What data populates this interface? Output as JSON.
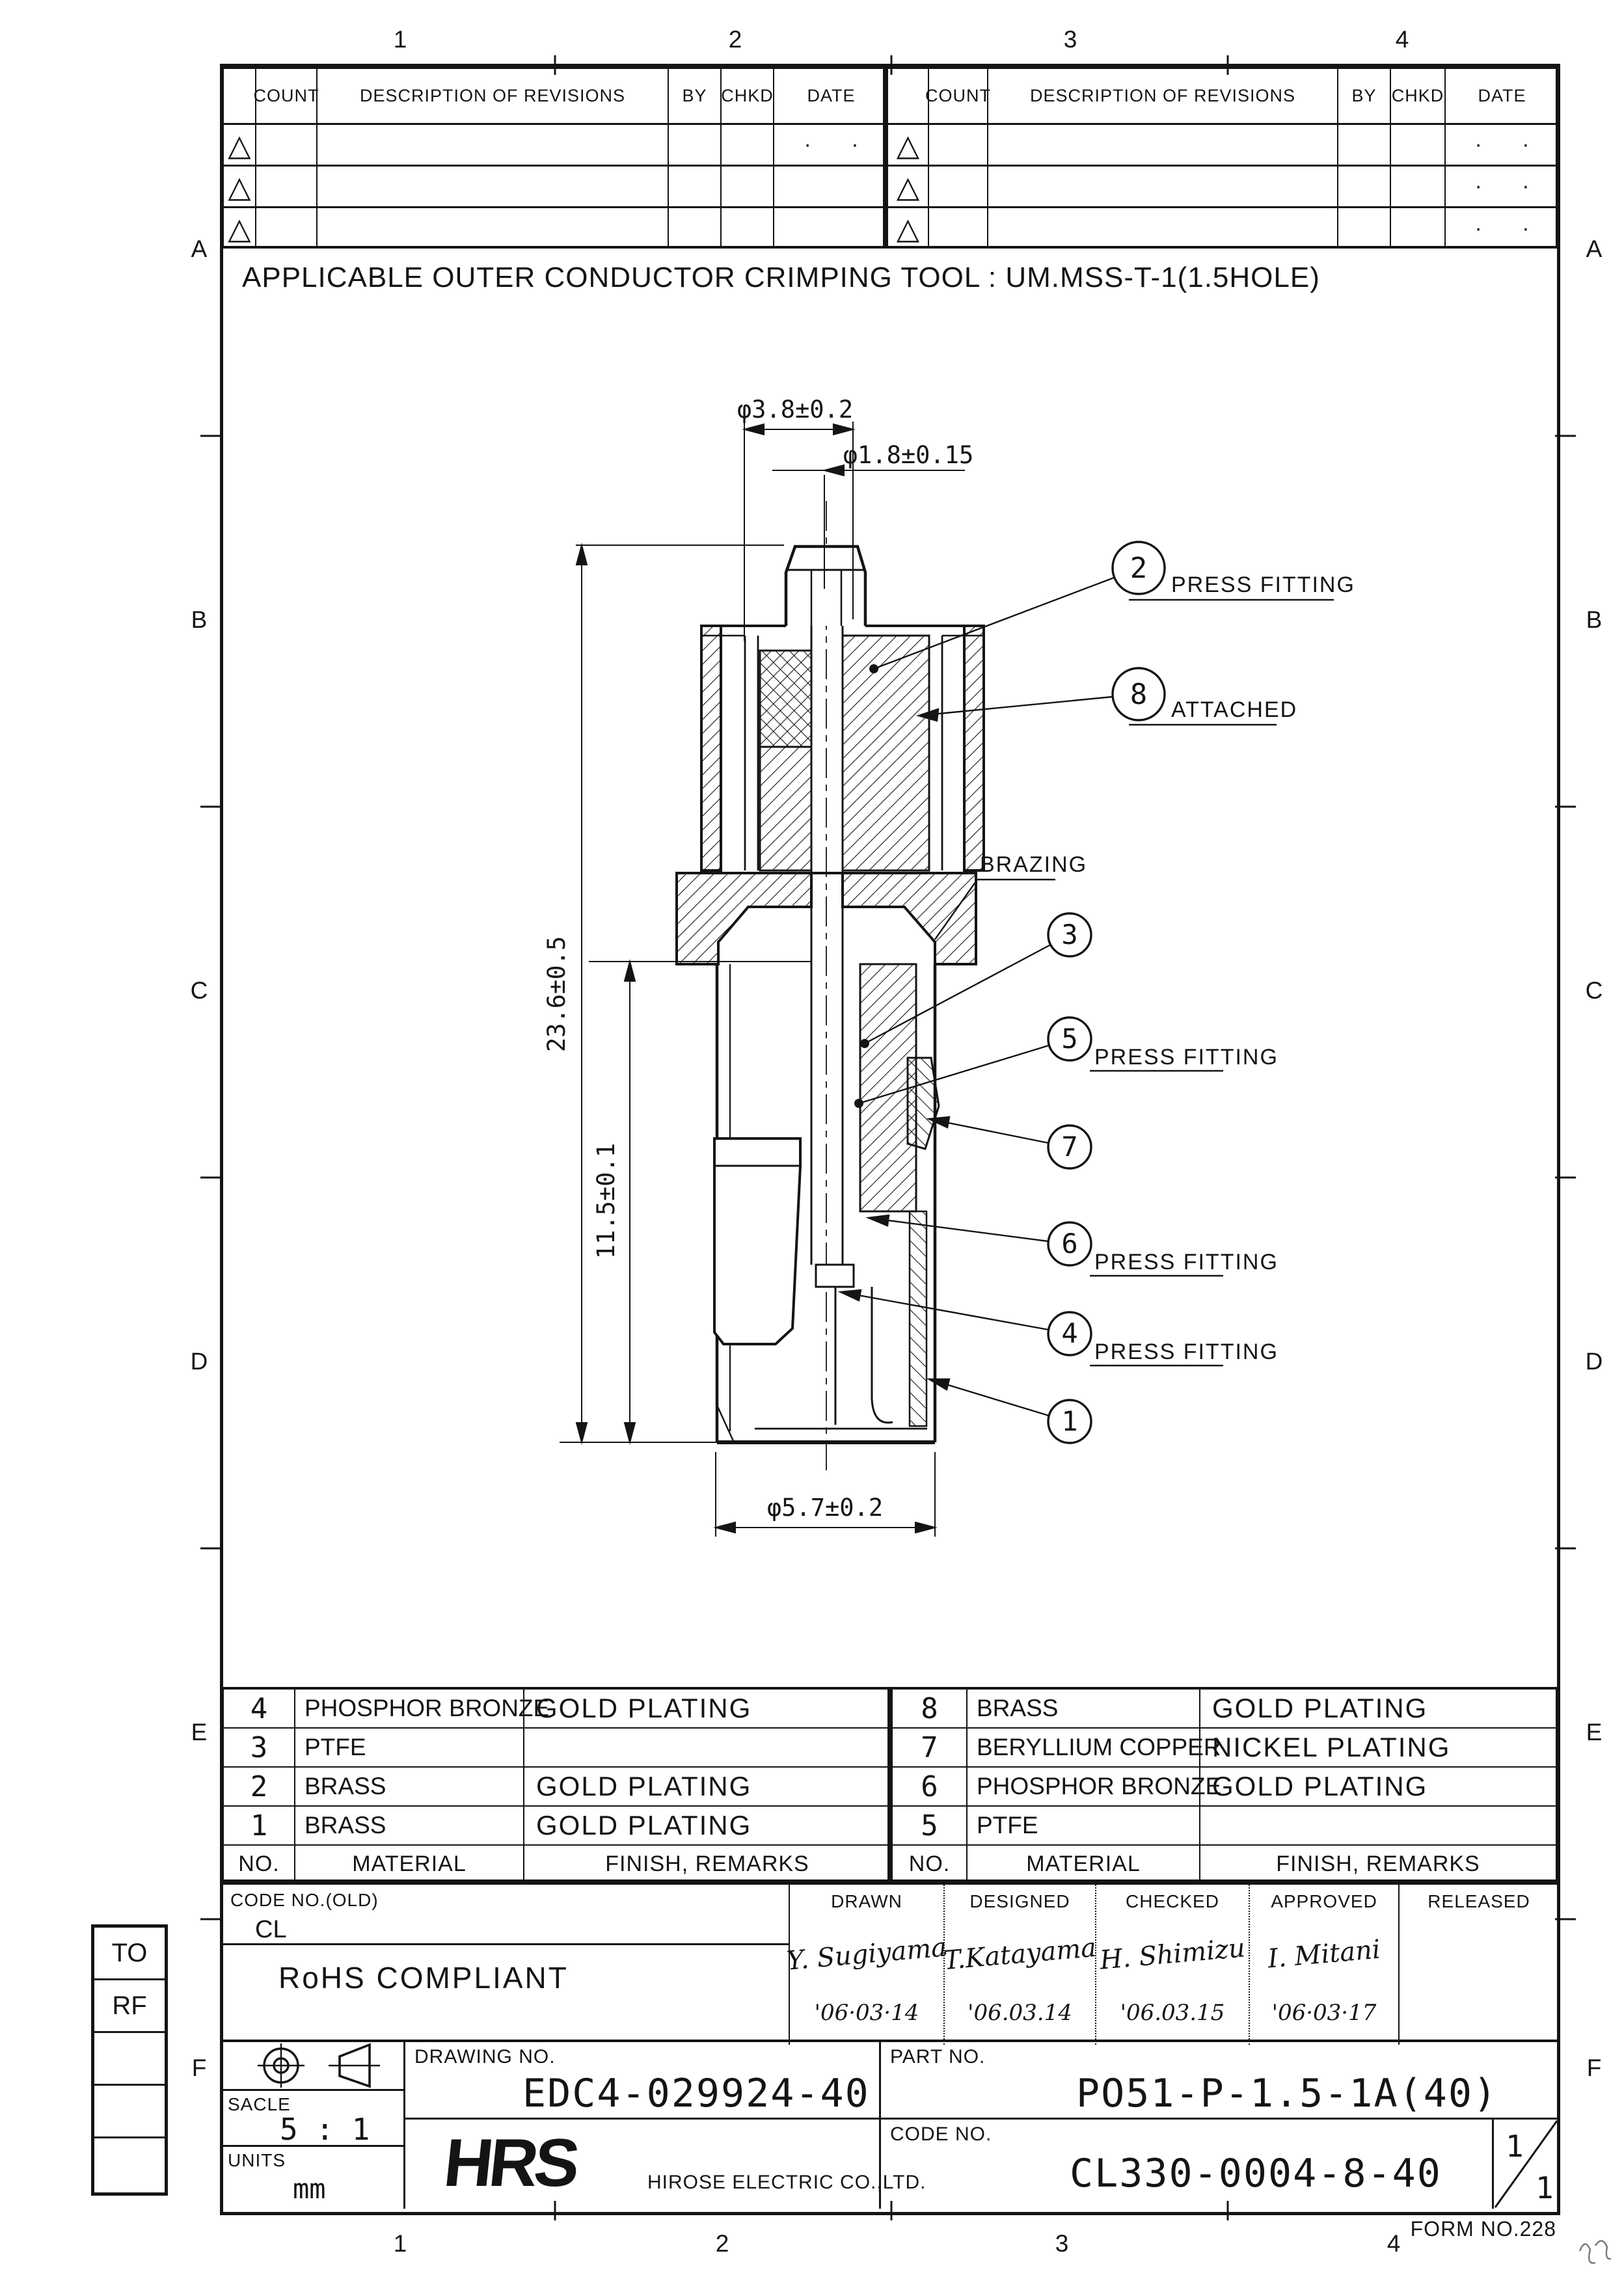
{
  "note": "APPLICABLE OUTER CONDUCTOR CRIMPING TOOL : UM.MSS-T-1(1.5HOLE)",
  "revision_table": {
    "headers": {
      "count": "COUNT",
      "description": "DESCRIPTION OF REVISIONS",
      "by": "BY",
      "chkd": "CHKD",
      "date": "DATE"
    },
    "left_rows": [
      {
        "date": "· ·"
      },
      {
        "date": ""
      },
      {
        "date": ""
      }
    ],
    "right_rows": [
      {
        "date": "· ·"
      },
      {
        "date": "· ·"
      },
      {
        "date": "· ·"
      }
    ]
  },
  "dimensions": {
    "dia_top": "φ3.8±0.2",
    "dia_pin": "φ1.8±0.15",
    "len_total": "23.6±0.5",
    "len_lower": "11.5±0.1",
    "dia_bottom": "φ5.7±0.2"
  },
  "callouts": {
    "c2": {
      "num": "2",
      "label": "PRESS FITTING"
    },
    "c8": {
      "num": "8",
      "label": "ATTACHED"
    },
    "brazing": "BRAZING",
    "c3": {
      "num": "3",
      "label": ""
    },
    "c5": {
      "num": "5",
      "label": "PRESS FITTING"
    },
    "c7": {
      "num": "7",
      "label": ""
    },
    "c6": {
      "num": "6",
      "label": "PRESS FITTING"
    },
    "c4": {
      "num": "4",
      "label": "PRESS FITTING"
    },
    "c1": {
      "num": "1",
      "label": ""
    }
  },
  "materials_table": {
    "headers": {
      "no": "NO.",
      "material": "MATERIAL",
      "finish": "FINISH, REMARKS"
    },
    "left_rows": [
      {
        "no": "4",
        "material": "PHOSPHOR BRONZE",
        "finish": "GOLD PLATING"
      },
      {
        "no": "3",
        "material": "PTFE",
        "finish": ""
      },
      {
        "no": "2",
        "material": "BRASS",
        "finish": "GOLD PLATING"
      },
      {
        "no": "1",
        "material": "BRASS",
        "finish": "GOLD PLATING"
      }
    ],
    "right_rows": [
      {
        "no": "8",
        "material": "BRASS",
        "finish": "GOLD PLATING"
      },
      {
        "no": "7",
        "material": "BERYLLIUM COPPER",
        "finish": "NICKEL PLATING"
      },
      {
        "no": "6",
        "material": "PHOSPHOR BRONZE",
        "finish": "GOLD PLATING"
      },
      {
        "no": "5",
        "material": "PTFE",
        "finish": ""
      }
    ]
  },
  "title_block": {
    "code_no_old_label": "CODE NO.(OLD)",
    "code_no_old_value": "CL",
    "rohs": "RoHS COMPLIANT",
    "sign_columns": [
      {
        "label": "DRAWN",
        "signature": "Y. Sugiyama",
        "date": "'06·03·14"
      },
      {
        "label": "DESIGNED",
        "signature": "T.Katayama",
        "date": "'06.03.14"
      },
      {
        "label": "CHECKED",
        "signature": "H. Shimizu",
        "date": "'06.03.15"
      },
      {
        "label": "APPROVED",
        "signature": "I. Mitani",
        "date": "'06·03·17"
      },
      {
        "label": "RELEASED",
        "signature": "",
        "date": ""
      }
    ],
    "scale_label": "SACLE",
    "scale_value": "5 : 1",
    "units_label": "UNITS",
    "units_value": "mm",
    "drawing_no_label": "DRAWING NO.",
    "drawing_no_value": "EDC4-029924-40",
    "company_logo": "HRS",
    "company_name": "HIROSE ELECTRIC CO.,LTD.",
    "part_no_label": "PART NO.",
    "part_no_value": "PO51-P-1.5-1A(40)",
    "code_no_label": "CODE NO.",
    "code_no_value": "CL330-0004-8-40",
    "sheet_current": "1",
    "sheet_total": "1",
    "form_no": "FORM NO.228"
  },
  "side_box": {
    "rows": [
      "TO",
      "RF",
      "",
      "",
      ""
    ]
  },
  "border": {
    "columns": [
      "1",
      "2",
      "3",
      "4"
    ],
    "rows": [
      "A",
      "B",
      "C",
      "D",
      "E",
      "F"
    ]
  }
}
